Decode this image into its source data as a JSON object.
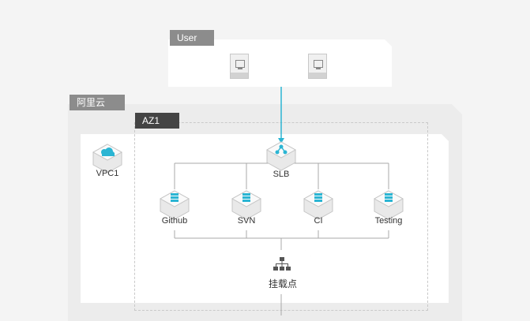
{
  "user": {
    "label": "User"
  },
  "cloud": {
    "label": "阿里云"
  },
  "az": {
    "label": "AZ1"
  },
  "vpc": {
    "label": "VPC1"
  },
  "slb": {
    "label": "SLB"
  },
  "servers": [
    {
      "label": "Github"
    },
    {
      "label": "SVN"
    },
    {
      "label": "CI"
    },
    {
      "label": "Testing"
    }
  ],
  "mount": {
    "label": "挂载点"
  },
  "colors": {
    "accent": "#2bb5d3",
    "line": "#a9a9a9",
    "node_gray": "#e9e9e9"
  },
  "icons": [
    "pc-icon",
    "cloud-icon",
    "load-balancer-icon",
    "server-icon",
    "hierarchy-icon"
  ]
}
